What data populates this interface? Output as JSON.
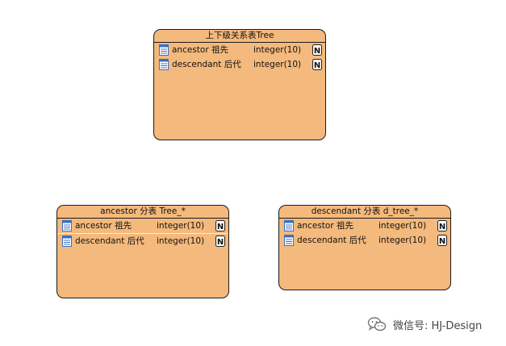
{
  "tables": [
    {
      "title": "上下级关系表Tree",
      "columns": [
        {
          "name": "ancestor 祖先",
          "type": "integer(10)",
          "null_flag": "N"
        },
        {
          "name": "descendant 后代",
          "type": "integer(10)",
          "null_flag": "N"
        }
      ]
    },
    {
      "title": "ancestor 分表 Tree_*",
      "columns": [
        {
          "name": "ancestor 祖先",
          "type": "integer(10)",
          "null_flag": "N"
        },
        {
          "name": "descendant 后代",
          "type": "integer(10)",
          "null_flag": "N"
        }
      ]
    },
    {
      "title": "descendant 分表 d_tree_*",
      "columns": [
        {
          "name": "ancestor 祖先",
          "type": "integer(10)",
          "null_flag": "N"
        },
        {
          "name": "descendant 后代",
          "type": "integer(10)",
          "null_flag": "N"
        }
      ]
    }
  ],
  "watermark": {
    "text": "微信号: HJ-Design",
    "icon": "wechat-logo"
  },
  "colors": {
    "entity_fill": "#f4b97c",
    "entity_border": "#1a1a1a",
    "column_icon_blue": "#3a6fc4"
  }
}
